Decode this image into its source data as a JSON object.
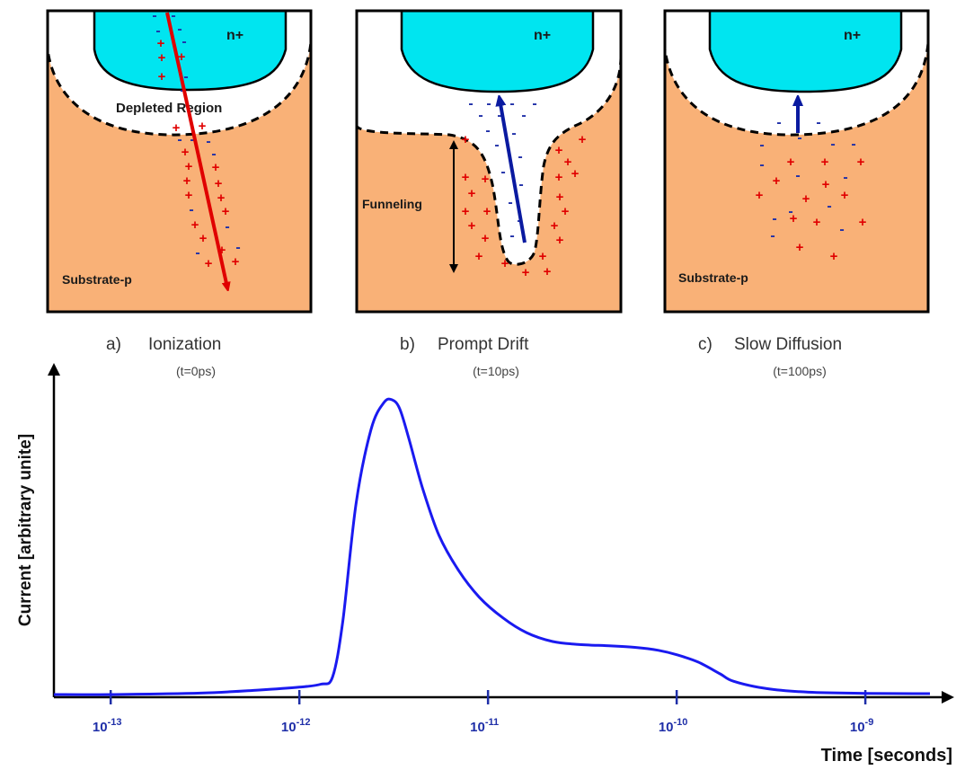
{
  "panels": [
    {
      "letter": "a)",
      "title": "Ionization",
      "time": "(t=0ps)",
      "nplus": "n+",
      "region_label": "Depleted Region",
      "substrate_label": "Substrate-p"
    },
    {
      "letter": "b)",
      "title": "Prompt Drift",
      "time": "(t=10ps)",
      "nplus": "n+",
      "funnel_label": "Funneling"
    },
    {
      "letter": "c)",
      "title": "Slow Diffusion",
      "time": "(t=100ps)",
      "nplus": "n+",
      "substrate_label": "Substrate-p"
    }
  ],
  "colors": {
    "nplus": "#00e5f0",
    "substrate": "#f9b177",
    "electron": "#1f2fa8",
    "hole": "#e00000",
    "ion_track": "#e00000",
    "drift_arrow": "#0a1aa0",
    "current_curve": "#1a1af0",
    "tick": "#1f2fa8"
  },
  "chart_data": {
    "type": "line",
    "xlabel": "Time [seconds]",
    "ylabel": "Current [arbitrary unite]",
    "xscale": "log",
    "xlim": [
      5e-14,
      2.2e-09
    ],
    "ylim": [
      0,
      1
    ],
    "grid": false,
    "x_ticks": [
      {
        "value": 1e-13,
        "base": "10",
        "exp": "-13"
      },
      {
        "value": 1e-12,
        "base": "10",
        "exp": "-12"
      },
      {
        "value": 1e-11,
        "base": "10",
        "exp": "-11"
      },
      {
        "value": 1e-10,
        "base": "10",
        "exp": "-10"
      },
      {
        "value": 1e-09,
        "base": "10",
        "exp": "-9"
      }
    ],
    "series": [
      {
        "x": [
          5e-14,
          1e-13,
          3e-13,
          6e-13,
          1e-12,
          1.3e-12,
          1.5e-12,
          1.7e-12,
          2e-12,
          2.4e-12,
          2.8e-12,
          3.1e-12,
          3.4e-12,
          3.8e-12,
          4.5e-12,
          5.5e-12,
          7e-12,
          9e-12,
          1.2e-11,
          1.6e-11,
          2.2e-11,
          3e-11,
          4.5e-11,
          6e-11,
          8e-11,
          1e-10,
          1.3e-10,
          1.7e-10,
          2e-10,
          3e-10,
          5e-10,
          1e-09,
          2.2e-09
        ],
        "y": [
          0.0,
          0.0,
          0.005,
          0.015,
          0.025,
          0.035,
          0.06,
          0.25,
          0.65,
          0.9,
          0.99,
          1.0,
          0.97,
          0.87,
          0.7,
          0.54,
          0.42,
          0.33,
          0.26,
          0.21,
          0.18,
          0.17,
          0.165,
          0.16,
          0.15,
          0.135,
          0.11,
          0.07,
          0.045,
          0.02,
          0.008,
          0.004,
          0.003
        ]
      }
    ]
  }
}
